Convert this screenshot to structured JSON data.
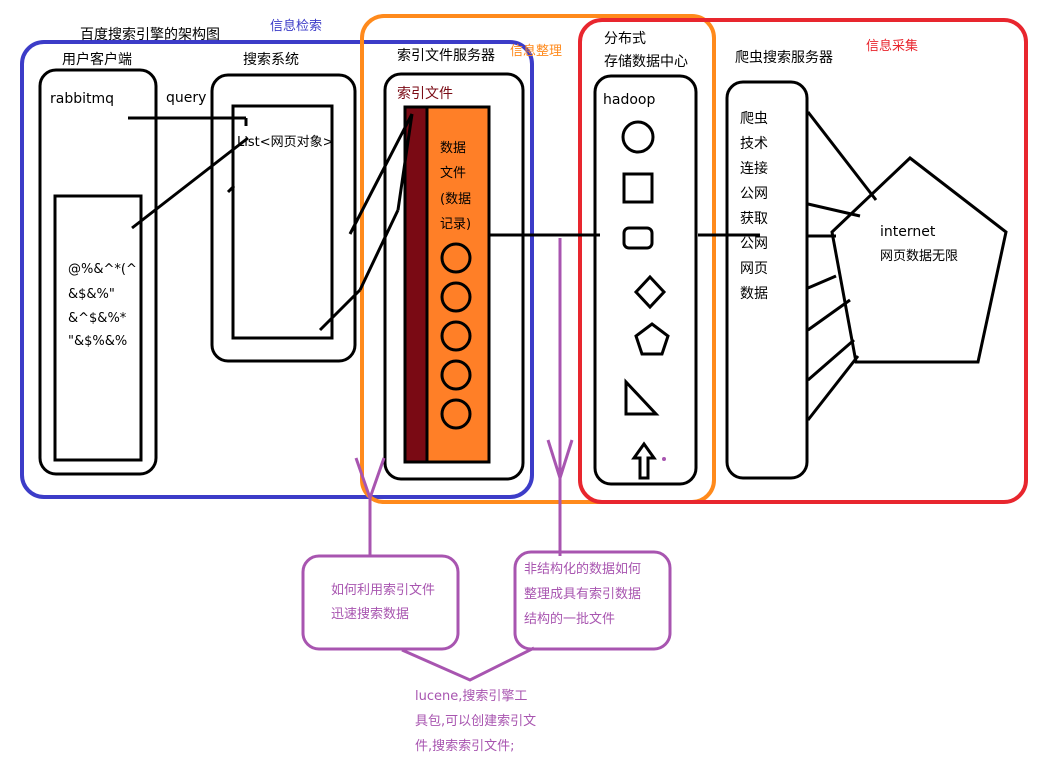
{
  "title": "百度搜索引擎的架构图",
  "regions": {
    "retrieval": "信息检索",
    "organize": "信息整理",
    "collect": "信息采集"
  },
  "client": {
    "title": "用户客户端",
    "queue": "rabbitmq",
    "query": "query",
    "garbled": [
      "@%&^*(^",
      "&$&%\"",
      "&^$&%*",
      "\"&$%&%"
    ]
  },
  "search_system": {
    "title": "搜索系统",
    "list": "List<网页对象>"
  },
  "index_server": {
    "title": "索引文件服务器",
    "index_file": "索引文件",
    "data_file": [
      "数据",
      "文件",
      "(数据",
      "记录)"
    ]
  },
  "storage": {
    "title_line1": "分布式",
    "title_line2": "存储数据中心",
    "hadoop": "hadoop"
  },
  "crawler": {
    "title": "爬虫搜索服务器",
    "text": [
      "爬虫",
      "技术",
      "连接",
      "公网",
      "获取",
      "公网",
      "网页",
      "数据"
    ]
  },
  "internet": {
    "label": "internet",
    "desc": "网页数据无限"
  },
  "notes": {
    "index_usage": [
      "如何利用索引文件",
      "迅速搜索数据"
    ],
    "unstructured": [
      "非结构化的数据如何",
      "整理成具有索引数据",
      "结构的一批文件"
    ],
    "lucene": [
      "lucene,搜索引擎工",
      "具包,可以创建索引文",
      "件,搜索索引文件;"
    ]
  },
  "colors": {
    "blue": "#3c3cc8",
    "orange": "#ff8a1c",
    "red": "#e8262e",
    "purple": "#a855b0",
    "dark_red": "#7a0a14",
    "fill_orange": "#ff7f27"
  }
}
